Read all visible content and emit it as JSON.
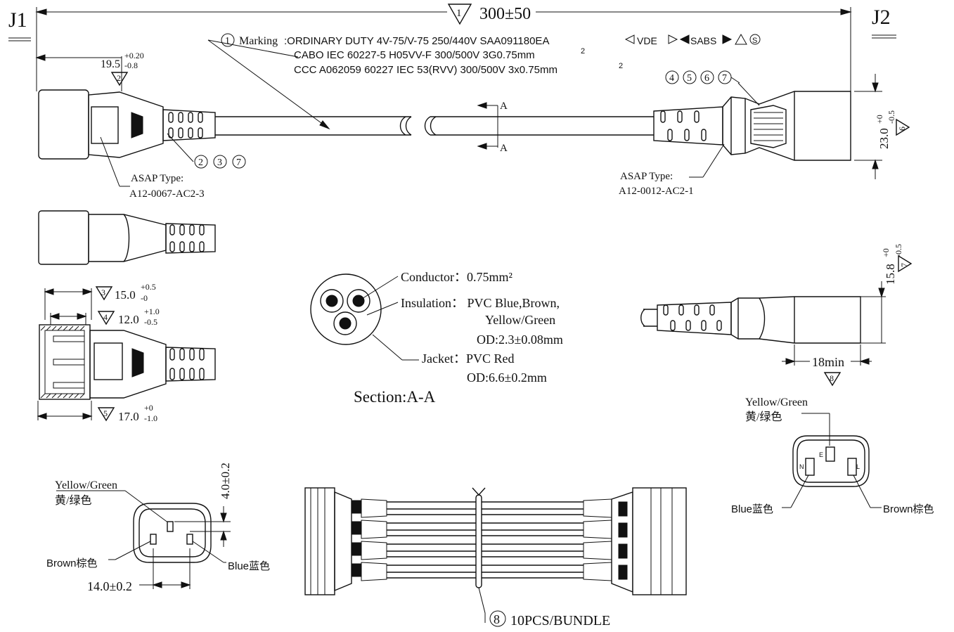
{
  "labels": {
    "j1": "J1",
    "j2": "J2",
    "length": "300±50",
    "note1": "1",
    "marking_label": "Marking",
    "marking_line1": ":ORDINARY DUTY 4V-75/V-75 250/440V  SAA091180EA",
    "marking_vde": "VDE",
    "marking_sabs": "SABS",
    "marking_s": "S",
    "marking_line2": "CABO IEC 60227-5 H05VV-F 300/500V 3G0.75mm",
    "marking_line3": "CCC  A062059  60227  IEC 53(RVV) 300/500V 3x0.75mm",
    "sq": "2",
    "dim_19_5": "19.5",
    "dim_19_5_tol_plus": "+0.20",
    "dim_19_5_tol_minus": "-0.8",
    "note2": "2",
    "callouts_j1": [
      "2",
      "3",
      "7"
    ],
    "callouts_j2": [
      "4",
      "5",
      "6",
      "7"
    ],
    "asap_j1_type": "ASAP Type:",
    "asap_j1_part": "A12-0067-AC2-3",
    "asap_j2_type": "ASAP Type:",
    "asap_j2_part": "A12-0012-AC2-1",
    "section_a": "A",
    "dim_23": "23.0",
    "dim_23_tol_plus": "+0",
    "dim_23_tol_minus": "-0.5",
    "note6": "6",
    "dim_15_8": "15.8",
    "dim_15_8_tol_plus": "+0",
    "dim_15_8_tol_minus": "-0.5",
    "note7": "7",
    "dim_18": "18min",
    "note8": "8",
    "dim_15": "15.0",
    "dim_15_tol_plus": "+0.5",
    "dim_15_tol_minus": "-0",
    "note3": "3",
    "dim_12": "12.0",
    "dim_12_tol_plus": "+1.0",
    "dim_12_tol_minus": "-0.5",
    "note4": "4",
    "dim_17": "17.0",
    "dim_17_tol_plus": "+0",
    "dim_17_tol_minus": "-1.0",
    "note5": "5",
    "conductor": "Conductor：0.75mm²",
    "insulation": "Insulation：  PVC  Blue,Brown,",
    "insulation2": "Yellow/Green",
    "insulation3": "OD:2.3±0.08mm",
    "jacket": "Jacket：PVC Red",
    "jacket2": "OD:6.6±0.2mm",
    "section_title": "Section:A-A",
    "yg_left": "Yellow/Green",
    "yg_left_cn": "黄/绿色",
    "brown_left": "Brown棕色",
    "blue_left": "Blue蓝色",
    "dim_4": "4.0±0.2",
    "dim_14": "14.0±0.2",
    "yg_right": "Yellow/Green",
    "yg_right_cn": "黄/绿色",
    "blue_right": "Blue蓝色",
    "brown_right": "Brown棕色",
    "pin_e": "E",
    "pin_n": "N",
    "pin_l": "L",
    "bundle_num": "8",
    "bundle": "10PCS/BUNDLE"
  }
}
